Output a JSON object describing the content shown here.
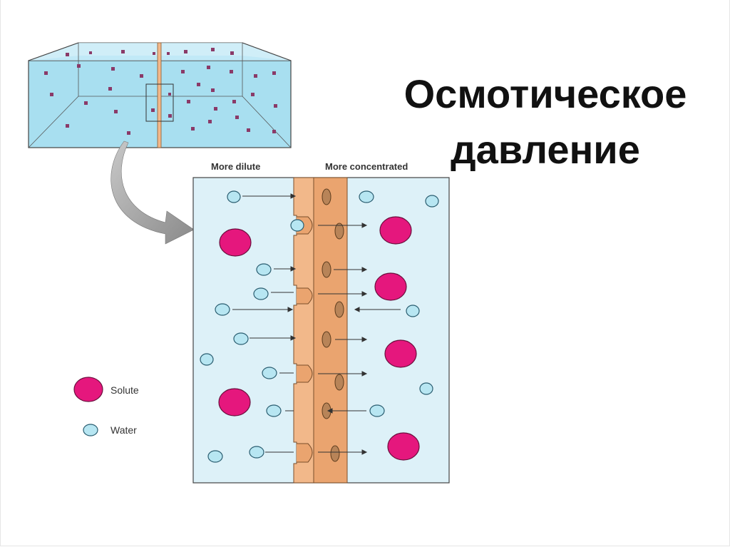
{
  "title": {
    "line1": "Осмотическое",
    "line2": "давление"
  },
  "labels": {
    "left": "More dilute",
    "right": "More concentrated"
  },
  "legend": {
    "solute": "Solute",
    "water": "Water"
  },
  "colors": {
    "water_fill": "#a8dff0",
    "water_molecule": "#b7e6f2",
    "solute": "#e5177d",
    "membrane_light": "#f2b88a",
    "membrane_dark": "#eaa46f",
    "pore": "#b88458",
    "panel_bg": "#ddf1f8"
  }
}
